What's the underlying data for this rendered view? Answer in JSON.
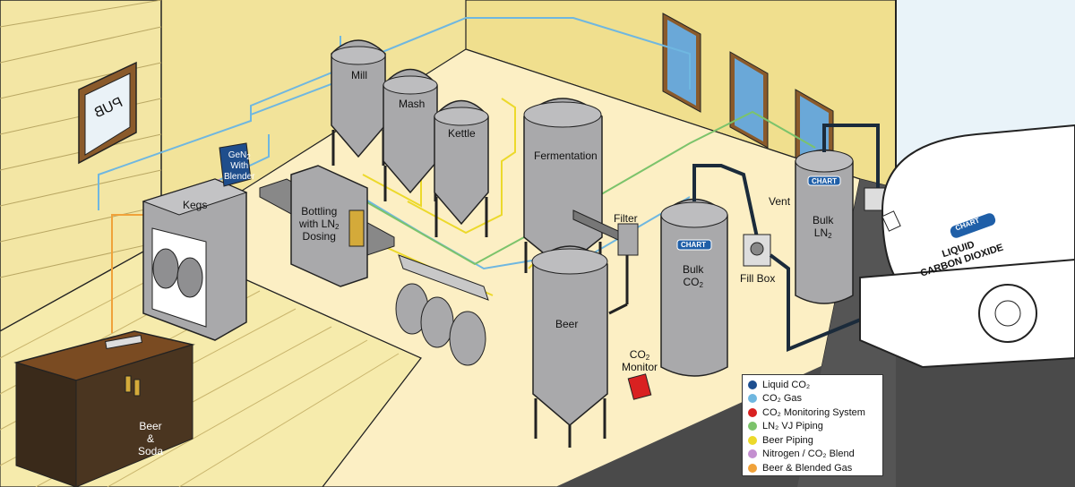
{
  "labels": {
    "mill": "Mill",
    "mash": "Mash",
    "kettle": "Kettle",
    "fermentation": "Fermentation",
    "beer": "Beer",
    "kegs": "Kegs",
    "gen2_line1": "GeN",
    "gen2_sub": "2",
    "gen2_line2": "With",
    "gen2_line3": "Blender",
    "bottling_line1": "Bottling",
    "bottling_line2": "with LN",
    "bottling_sub": "2",
    "bottling_line3": "Dosing",
    "filter": "Filter",
    "vent": "Vent",
    "fill_box": "Fill Box",
    "bulk_co2_line1": "Bulk",
    "bulk_co2_line2": "CO",
    "bulk_co2_sub": "2",
    "bulk_ln2_line1": "Bulk",
    "bulk_ln2_line2": "LN",
    "bulk_ln2_sub": "2",
    "co2_monitor_line1": "CO",
    "co2_monitor_sub": "2",
    "co2_monitor_line2": "Monitor",
    "bar_line1": "Beer",
    "bar_line2": "&",
    "bar_line3": "Soda",
    "truck_line1": "LIQUID",
    "truck_line2": "CARBON DIOXIDE",
    "chart_logo": "CHART",
    "window_sign": "PUB"
  },
  "legend": [
    {
      "label": "Liquid CO₂",
      "color": "#1d4e8f"
    },
    {
      "label": "CO₂ Gas",
      "color": "#6fb7e0"
    },
    {
      "label": "CO₂ Monitoring System",
      "color": "#d92121"
    },
    {
      "label": "LN₂ VJ Piping",
      "color": "#7cc36b"
    },
    {
      "label": "Beer Piping",
      "color": "#ecd92b"
    },
    {
      "label": "Nitrogen / CO₂ Blend",
      "color": "#c48fd0"
    },
    {
      "label": "Beer & Blended Gas",
      "color": "#f0a23a"
    }
  ],
  "colors": {
    "wall": "#f2e39a",
    "floor": "#fbeec0",
    "wood_floor": "#f4e8a6",
    "asphalt": "#4a4a4a",
    "tank": "#a9a9ab"
  }
}
